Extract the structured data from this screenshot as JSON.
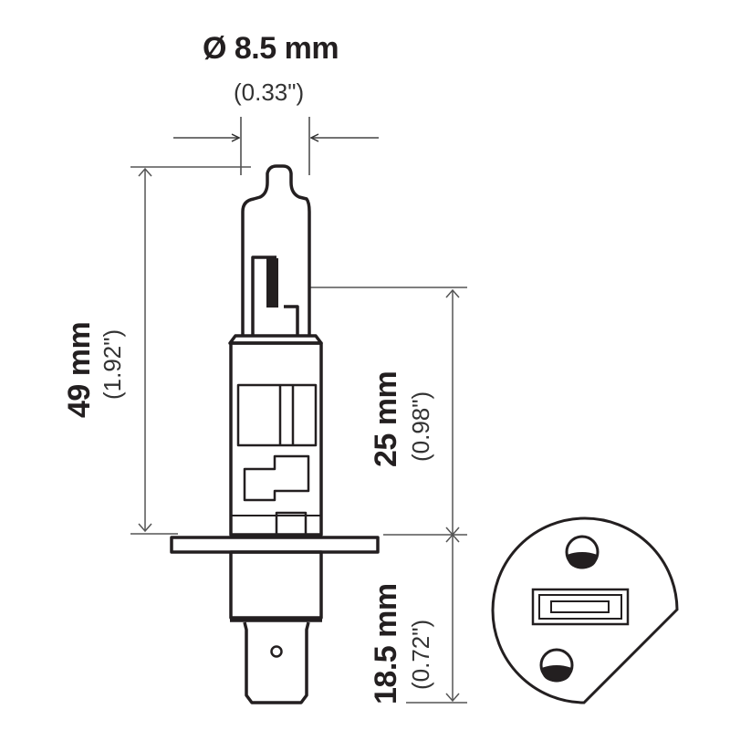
{
  "diagram": {
    "subject": "H1 halogen bulb",
    "dimensions": {
      "diameter": {
        "metric": "Ø 8.5 mm",
        "imperial": "(0.33\")"
      },
      "total_height": {
        "metric": "49 mm",
        "imperial": "(1.92\")"
      },
      "light_center": {
        "metric": "25 mm",
        "imperial": "(0.98\")"
      },
      "base_length": {
        "metric": "18.5 mm",
        "imperial": "(0.72\")"
      }
    },
    "views": [
      "side-profile",
      "base-end-view"
    ],
    "colors": {
      "line": "#231f20",
      "dimension_line": "#555555",
      "background": "#ffffff"
    }
  }
}
